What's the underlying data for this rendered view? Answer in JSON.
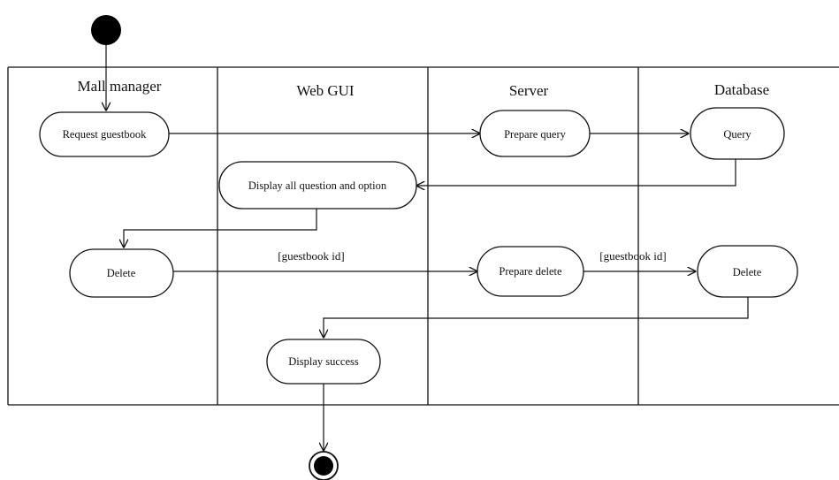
{
  "diagram": {
    "type": "activity",
    "lanes": [
      {
        "id": "mall-manager",
        "title": "Mall manager"
      },
      {
        "id": "web-gui",
        "title": "Web GUI"
      },
      {
        "id": "server",
        "title": "Server"
      },
      {
        "id": "database",
        "title": "Database"
      }
    ],
    "activities": [
      {
        "id": "request-guestbook",
        "lane": "mall-manager",
        "label": "Request guestbook"
      },
      {
        "id": "delete-manager",
        "lane": "mall-manager",
        "label": "Delete"
      },
      {
        "id": "display-all",
        "lane": "web-gui",
        "label": "Display all question and option"
      },
      {
        "id": "display-success",
        "lane": "web-gui",
        "label": "Display success"
      },
      {
        "id": "prepare-query",
        "lane": "server",
        "label": "Prepare query"
      },
      {
        "id": "prepare-delete",
        "lane": "server",
        "label": "Prepare delete"
      },
      {
        "id": "query",
        "lane": "database",
        "label": "Query"
      },
      {
        "id": "delete-database",
        "lane": "database",
        "label": "Delete"
      }
    ],
    "guards": {
      "manager_to_server": "[guestbook id]",
      "server_to_database": "[guestbook id]"
    },
    "colors": {
      "line": "#111111",
      "node": "#000000",
      "background": "#ffffff"
    }
  }
}
